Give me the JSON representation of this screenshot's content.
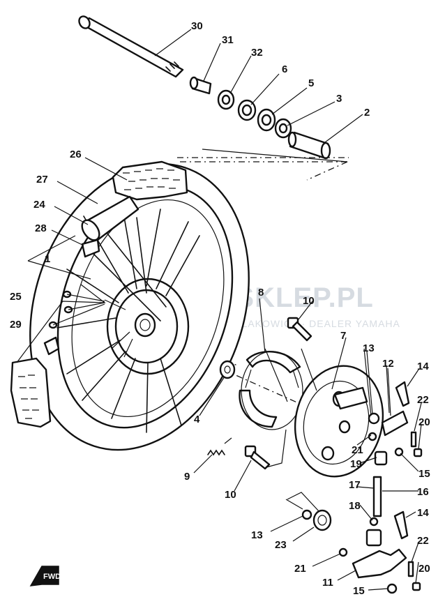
{
  "watermark": {
    "logo": "YAMA-SKLEP.PL",
    "subtitle": "KOTWICA MICHALAKOWICZ · DEALER YAMAHA",
    "seal_color": "#e8a0a0",
    "text_color": "#c9d0d8"
  },
  "fwd_badge": {
    "text": "FWD"
  },
  "callouts": [
    {
      "id": "30",
      "label": "30"
    },
    {
      "id": "31",
      "label": "31"
    },
    {
      "id": "32",
      "label": "32"
    },
    {
      "id": "6",
      "label": "6"
    },
    {
      "id": "5",
      "label": "5"
    },
    {
      "id": "3",
      "label": "3"
    },
    {
      "id": "2",
      "label": "2"
    },
    {
      "id": "26",
      "label": "26"
    },
    {
      "id": "27",
      "label": "27"
    },
    {
      "id": "24",
      "label": "24"
    },
    {
      "id": "28",
      "label": "28"
    },
    {
      "id": "1",
      "label": "1"
    },
    {
      "id": "25",
      "label": "25"
    },
    {
      "id": "29",
      "label": "29"
    },
    {
      "id": "8",
      "label": "8"
    },
    {
      "id": "10a",
      "label": "10"
    },
    {
      "id": "7",
      "label": "7"
    },
    {
      "id": "13a",
      "label": "13"
    },
    {
      "id": "12",
      "label": "12"
    },
    {
      "id": "14a",
      "label": "14"
    },
    {
      "id": "22a",
      "label": "22"
    },
    {
      "id": "20a",
      "label": "20"
    },
    {
      "id": "4",
      "label": "4"
    },
    {
      "id": "21a",
      "label": "21"
    },
    {
      "id": "19",
      "label": "19"
    },
    {
      "id": "15a",
      "label": "15"
    },
    {
      "id": "9",
      "label": "9"
    },
    {
      "id": "10b",
      "label": "10"
    },
    {
      "id": "17",
      "label": "17"
    },
    {
      "id": "16",
      "label": "16"
    },
    {
      "id": "18",
      "label": "18"
    },
    {
      "id": "14b",
      "label": "14"
    },
    {
      "id": "13b",
      "label": "13"
    },
    {
      "id": "23",
      "label": "23"
    },
    {
      "id": "22b",
      "label": "22"
    },
    {
      "id": "21b",
      "label": "21"
    },
    {
      "id": "11",
      "label": "11"
    },
    {
      "id": "20b",
      "label": "20"
    },
    {
      "id": "15b",
      "label": "15"
    }
  ]
}
